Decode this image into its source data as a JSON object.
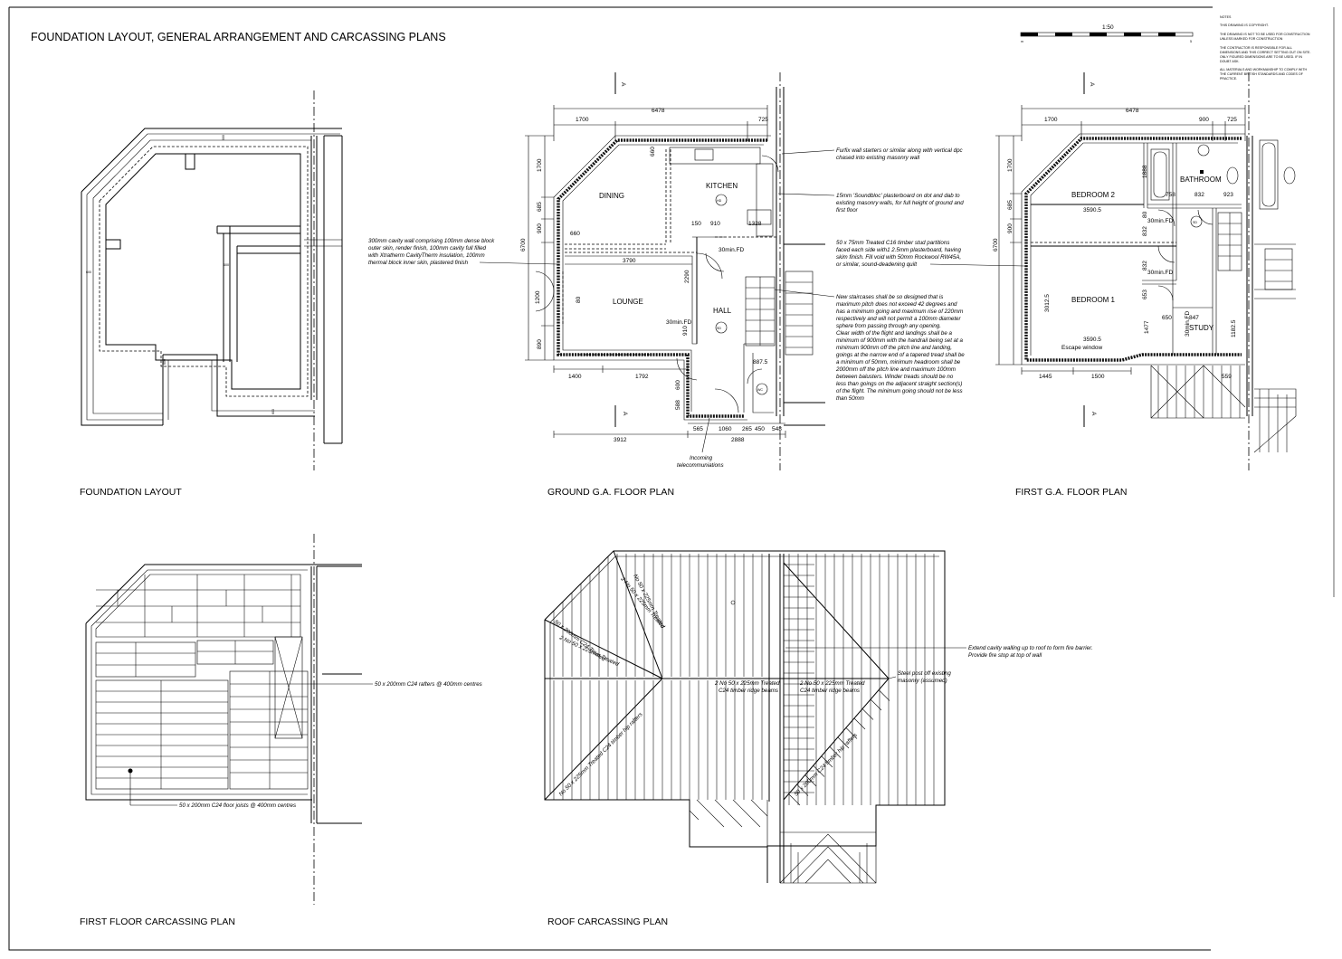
{
  "sheet": {
    "title": "FOUNDATION LAYOUT, GENERAL ARRANGEMENT AND CARCASSING PLANS",
    "scale": {
      "label": "1:50",
      "start": "m",
      "end": "5"
    },
    "notes": [
      "NOTES",
      "THIS DRAWING IS COPYRIGHT.",
      "THE DRAWING IS NOT TO BE USED FOR CONSTRUCTION",
      "UNLESS MARKED FOR CONSTRUCTION",
      "THE CONTRACTOR IS RESPONSIBLE FOR ALL",
      "DIMENSIONS AND THIS CORRECT SETTING OUT ON SITE.",
      "ONLY FIGURED DIMENSIONS ARE TO BE USED. IF IN",
      "DOUBT ASK.",
      "ALL MATERIALS AND WORKMANSHIP TO COMPLY WITH",
      "THE CURRENT BRITISH STANDARDS AND CODES OF",
      "PRACTICE."
    ]
  },
  "plans": {
    "foundation": {
      "caption": "FOUNDATION LAYOUT",
      "dims": [
        "600",
        "600",
        "600",
        "600",
        "600"
      ]
    },
    "ground": {
      "caption": "GROUND G.A. FLOOR PLAN",
      "section_marker": "A",
      "rooms": {
        "dining": "DINING",
        "kitchen": "KITCHEN",
        "lounge": "LOUNGE",
        "hall": "HALL",
        "hd": "HD",
        "sd": "SD",
        "wc": "WC"
      },
      "fd_30_a": "30min.FD",
      "fd_30_b": "30min.FD",
      "dims_top": {
        "total": "6478",
        "left": "1700",
        "right": "725"
      },
      "dims_left": [
        "1700",
        "685",
        "900",
        "6700",
        "1200",
        "890"
      ],
      "dims_inner": [
        "660",
        "3790",
        "2290",
        "910",
        "150",
        "1328",
        "660",
        "80",
        "910",
        "887.5",
        "600",
        "588"
      ],
      "dims_bottom_a": [
        "1400",
        "1792"
      ],
      "dims_bottom_b": [
        "565",
        "1060",
        "265",
        "450",
        "548"
      ],
      "dims_bottom_c": [
        "3912",
        "2888"
      ],
      "telecom_line1": "Incoming",
      "telecom_line2": "telecommuniations"
    },
    "first": {
      "caption": "FIRST G.A. FLOOR PLAN",
      "section_marker": "A",
      "rooms": {
        "bedroom2": "BEDROOM 2",
        "bathroom": "BATHROOM",
        "bedroom1": "BEDROOM 1",
        "study": "STUDY",
        "sd": "SD"
      },
      "escape_window": "Escape window",
      "fd_30_a": "30min.FD",
      "fd_30_b": "30min.FD",
      "fd_30_c": "30min.FD",
      "dims_top": {
        "total": "6478",
        "left": "1700",
        "mid": "900",
        "right": "725"
      },
      "dims_left": [
        "1700",
        "685",
        "900",
        "6700"
      ],
      "dims_inner": [
        "3590.5",
        "1888",
        "758",
        "832",
        "923",
        "80",
        "832",
        "832",
        "3012.5",
        "653",
        "650",
        "847",
        "1477",
        "3590.5",
        "1182.5"
      ],
      "dims_bottom": [
        "1445",
        "1500",
        "559"
      ]
    },
    "first_carcassing": {
      "caption": "FIRST FLOOR CARCASSING PLAN"
    },
    "roof": {
      "caption": "ROOF CARCASSING PLAN",
      "rafter_labels": [
        "50 x 200mm C24 Treated",
        "No 50 x 225mm Treated",
        "2 No 50 x 225mm Treated",
        "2 No 50 x 225mm Treated",
        "No 50 x 225mm Treated C24 timber hip rafters",
        "C24 timber ridge beams",
        "C24 timber ridge beams",
        "50 x 200mm C24 timber hip rafters"
      ]
    }
  },
  "annotations": {
    "ground_left": [
      "300mm cavity wall comprising 100mm dense block",
      "outer skin, render finish, 100mm cavity full filled",
      "with Xtratherm CavityTherm insulation, 100mm",
      "thermal block inner skin, plastered finish"
    ],
    "furfix": [
      "Furfix wall starters or similar along with vertical dpc",
      "chased into existing masonry wall"
    ],
    "soundbloc": [
      "15mm 'Soundbloc' plasterboard on dot and dab to",
      "existing masonry walls, for full height of ground and",
      "first floor"
    ],
    "stud": [
      "50 x 75mm Treated C16 timber stud partitions",
      "faced each side with1 2.5mm plasterboard, having",
      "skim finish. Fill void with 50mm Rockwool RW45A,",
      "or similar, sound-deadening quilt"
    ],
    "stairs": [
      "New staircases shall be so designed that is",
      "maximum pitch does not exceed 42 degrees and",
      "has a minimum going and maximum rise of 220mm",
      "respectively and will not permit a 100mm diameter",
      "sphere from passing  through any opening.",
      "Clear width of the flight and landings shall be a",
      "minimum of 900mm with the handrail being set at a",
      "minimum 900mm off the pitch line and landing,",
      "goings at the narrow end of a tapered tread shall be",
      "a minimum of 50mm, minimum headroom shall be",
      "2000mm off the pitch line and maximum 100mm",
      "between balusters. Winder treads should be no",
      "less than goings on the adjacent straight section(s)",
      "of the flight. The minimum going should not be less",
      "than 50mm"
    ],
    "rafters": "50 x 200mm C24 rafters @ 400mm centres",
    "joists": "50 x 200mm C24 floor joists @ 400mm centres",
    "cavity_roof": [
      "Extend cavity walling up to roof to form fire barrier.",
      "Provide fire stop at top of wall"
    ],
    "steel_post": [
      "Steel post off existing",
      "masonry (assumed)"
    ],
    "ridge_left": [
      "2 No 50 x 225mm Treated",
      "C24 timber ridge beams"
    ],
    "ridge_right": [
      "2 No 50 x 225mm Treated",
      "C24 timber ridge beams"
    ]
  }
}
